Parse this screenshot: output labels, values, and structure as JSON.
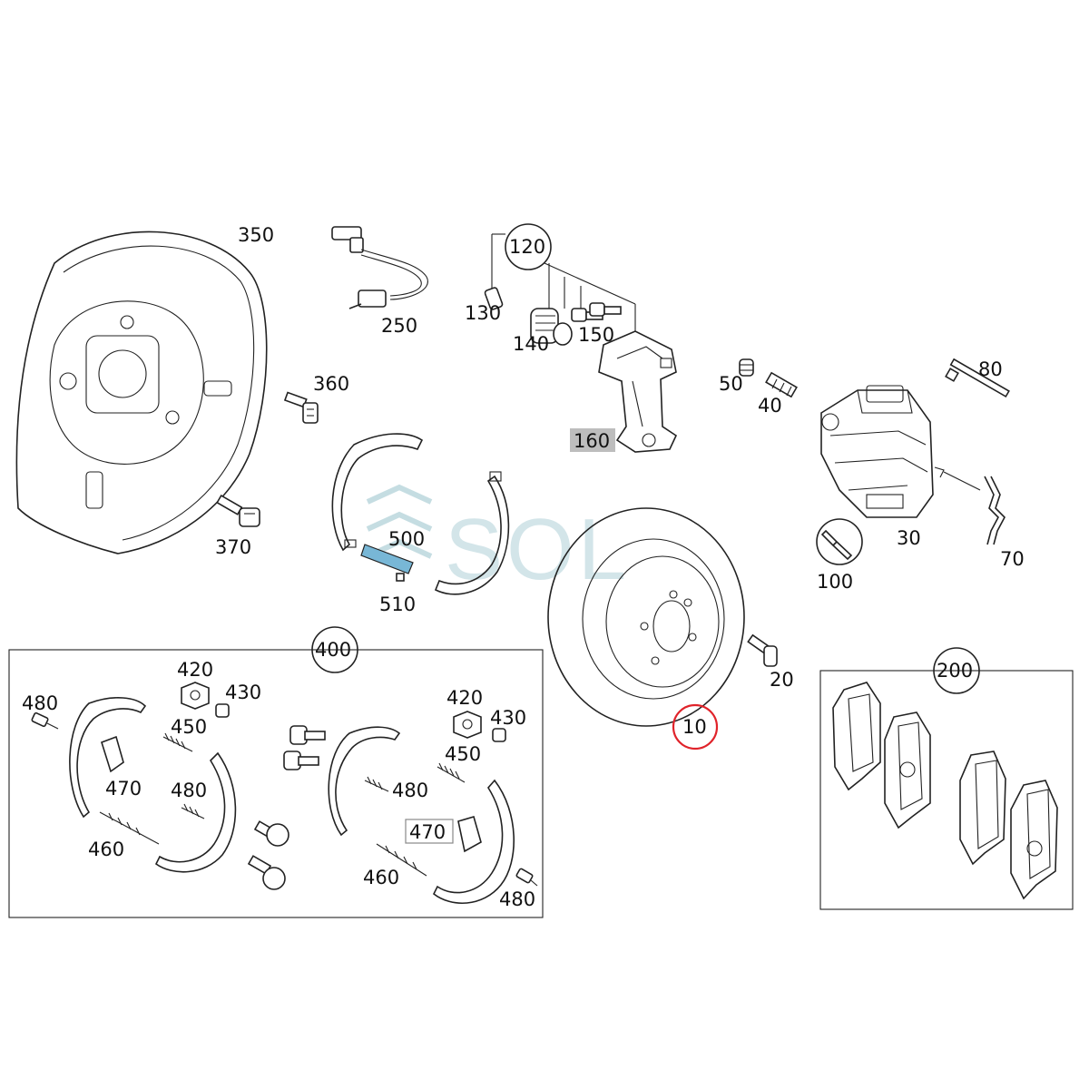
{
  "watermark": "SOL",
  "parts": {
    "p350": "350",
    "p250": "250",
    "p120": "120",
    "p130": "130",
    "p140": "140",
    "p150": "150",
    "p160": "160",
    "p360": "360",
    "p50": "50",
    "p40": "40",
    "p80": "80",
    "p370": "370",
    "p500": "500",
    "p510": "510",
    "p30": "30",
    "p70": "70",
    "p100": "100",
    "p400": "400",
    "p20": "20",
    "p200": "200",
    "p10": "10",
    "p480a": "480",
    "p420a": "420",
    "p430a": "430",
    "p450a": "450",
    "p470a": "470",
    "p480b": "480",
    "p460a": "460",
    "p420b": "420",
    "p430b": "430",
    "p450b": "450",
    "p480c": "480",
    "p470b": "470",
    "p460b": "460",
    "p480d": "480"
  },
  "colors": {
    "highlight_circle": "#e0232a",
    "watermark": "#9fc6cf",
    "label_box_fill": "#bdbdbd"
  }
}
